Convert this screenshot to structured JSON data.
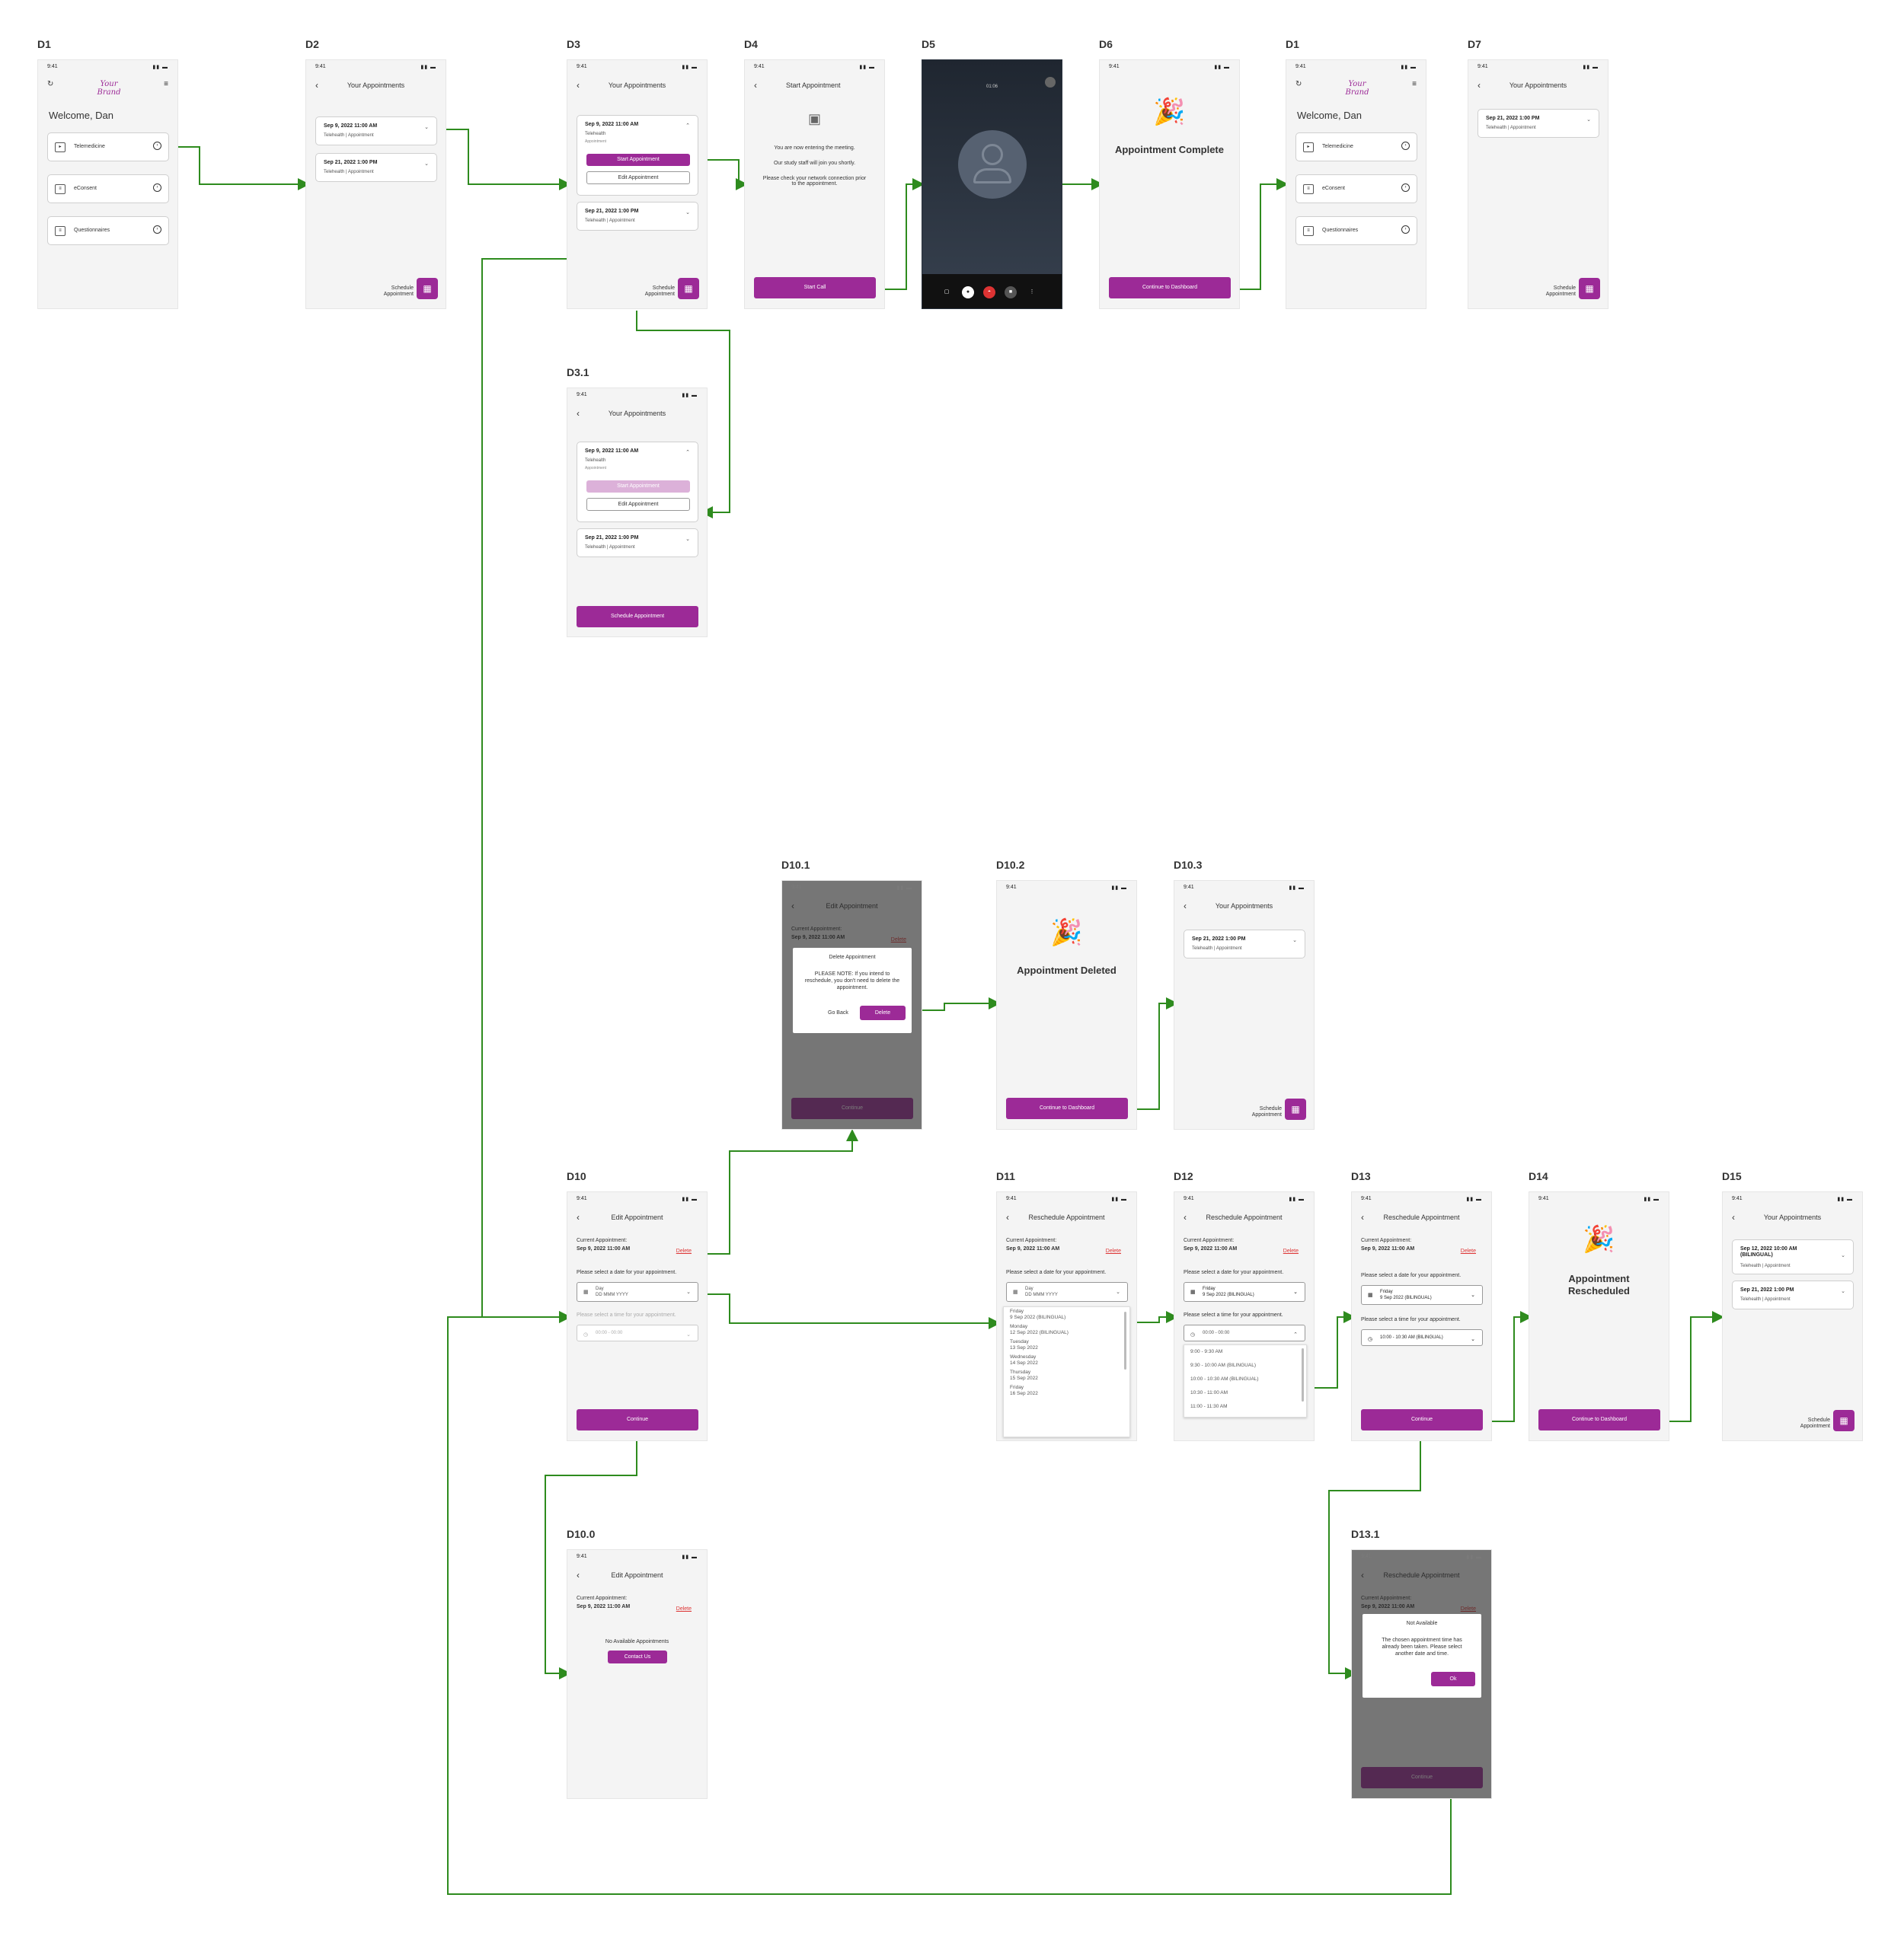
{
  "common": {
    "time": "9:41",
    "your_appointments": "Your Appointments",
    "schedule": "Schedule Appointment",
    "schedule_line1": "Schedule",
    "schedule_line2": "Appointment",
    "start_appointment": "Start Appointment",
    "edit_appointment": "Edit Appointment",
    "reschedule_appointment": "Reschedule Appointment",
    "start_appointment_title": "Start Appointment",
    "appt1_date": "Sep 9, 2022 11:00 AM",
    "appt2_date": "Sep 21, 2022 1:00 PM",
    "appt_new_date": "Sep 12, 2022 10:00 AM (BILINGUAL)",
    "appt_sub": "Telehealth | Appointment",
    "appt_sub_telehealth": "Telehealth",
    "appt_sub_appointment": "Appointment",
    "welcome": "Welcome, Dan",
    "logo": "Your Brand",
    "telemedicine": "Telemedicine",
    "econsent": "eConsent",
    "questionnaires": "Questionnaires",
    "current_appt": "Current Appointment:",
    "delete": "Delete",
    "select_date": "Please select a date for your appointment.",
    "select_time": "Please select a time for your appointment.",
    "day": "Day",
    "date_ph": "DD MMM YYYY",
    "time_ph": "00:00 - 00:00",
    "continue": "Continue",
    "continue_dashboard": "Continue to Dashboard",
    "friday": "Friday",
    "sep9_bilingual": "9 Sep 2022 (BILINGUAL)",
    "selected_time": "10:00 - 10:30 AM (BILINGUAL)"
  },
  "labels": {
    "d1": "D1",
    "d2": "D2",
    "d3": "D3",
    "d4": "D4",
    "d5": "D5",
    "d6": "D6",
    "d1b": "D1",
    "d7": "D7",
    "d31": "D3.1",
    "d101": "D10.1",
    "d102": "D10.2",
    "d103": "D10.3",
    "d10": "D10",
    "d11": "D11",
    "d12": "D12",
    "d13": "D13",
    "d14": "D14",
    "d15": "D15",
    "d100": "D10.0",
    "d131": "D13.1"
  },
  "d4": {
    "line1": "You are now entering the meeting.",
    "line2": "Our study staff will join you shortly.",
    "line3": "Please check your network connection prior to the appointment.",
    "button": "Start Call"
  },
  "d5": {
    "timer": "01:06"
  },
  "d6": {
    "title": "Appointment Complete"
  },
  "d101": {
    "dialog_title": "Delete Appointment",
    "dialog_body": "PLEASE NOTE: If you intend to reschedule, you don't need to delete the appointment.",
    "go_back": "Go Back",
    "delete_btn": "Delete"
  },
  "d102": {
    "title": "Appointment Deleted"
  },
  "d100": {
    "none": "No Available Appointments",
    "contact": "Contact Us"
  },
  "d11": {
    "dates": [
      {
        "day": "Friday",
        "date": "9 Sep 2022 (BILINGUAL)"
      },
      {
        "day": "Monday",
        "date": "12 Sep 2022 (BILINGUAL)"
      },
      {
        "day": "Tuesday",
        "date": "13 Sep 2022"
      },
      {
        "day": "Wednesday",
        "date": "14 Sep 2022"
      },
      {
        "day": "Thursday",
        "date": "15 Sep 2022"
      },
      {
        "day": "Friday",
        "date": "16 Sep 2022"
      }
    ]
  },
  "d12": {
    "times": [
      "9:00 - 9:30 AM",
      "9:30 - 10:00 AM (BILINGUAL)",
      "10:00 - 10:30 AM (BILINGUAL)",
      "10:30 - 11:00 AM",
      "11:00 - 11:30 AM"
    ]
  },
  "d14": {
    "title_line1": "Appointment",
    "title_line2": "Rescheduled"
  },
  "d131": {
    "dialog_title": "Not Available",
    "dialog_body": "The chosen appointment time has already been taken. Please select another date and time.",
    "ok": "Ok"
  },
  "colors": {
    "accent": "#9c2a97",
    "connector": "#2e8b1e",
    "danger": "#d33333"
  },
  "icons": [
    "refresh-icon",
    "menu-icon",
    "video-icon",
    "clipboard-icon",
    "arrow-circle-icon",
    "calendar-icon",
    "chevron-down-icon",
    "chevron-up-icon",
    "back-arrow-icon",
    "party-popper-icon",
    "user-avatar-icon",
    "clock-icon"
  ]
}
